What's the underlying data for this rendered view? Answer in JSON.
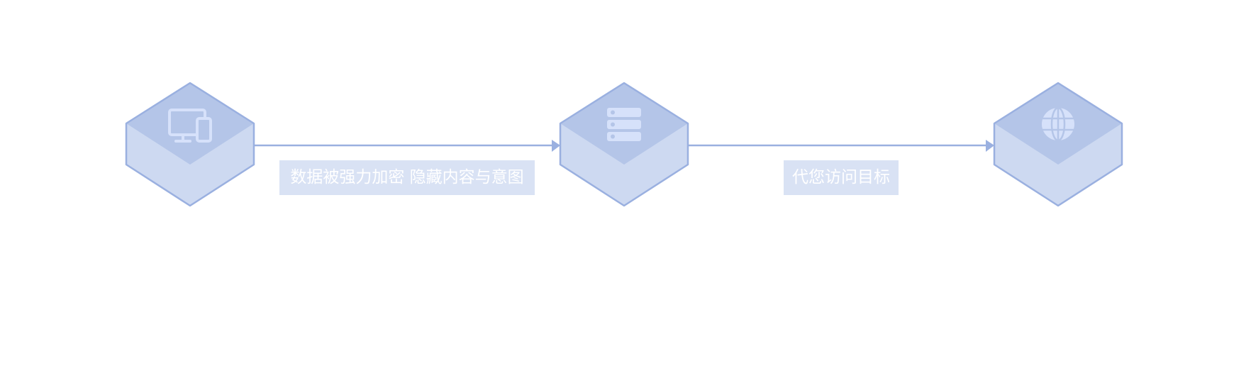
{
  "nodes": [
    {
      "id": "client",
      "icon": "devices-icon"
    },
    {
      "id": "proxy",
      "icon": "server-icon"
    },
    {
      "id": "target",
      "icon": "globe-icon"
    }
  ],
  "edges": [
    {
      "from": "client",
      "to": "proxy",
      "label": "数据被强力加密 隐藏内容与意图"
    },
    {
      "from": "proxy",
      "to": "target",
      "label": "代您访问目标"
    }
  ],
  "colors": {
    "stroke": "#9ab0e0",
    "top": "#b4c5e8",
    "bottom": "#cdd9f1",
    "icon": "#d6e1fa",
    "label_bg": "#d9e2f4"
  }
}
